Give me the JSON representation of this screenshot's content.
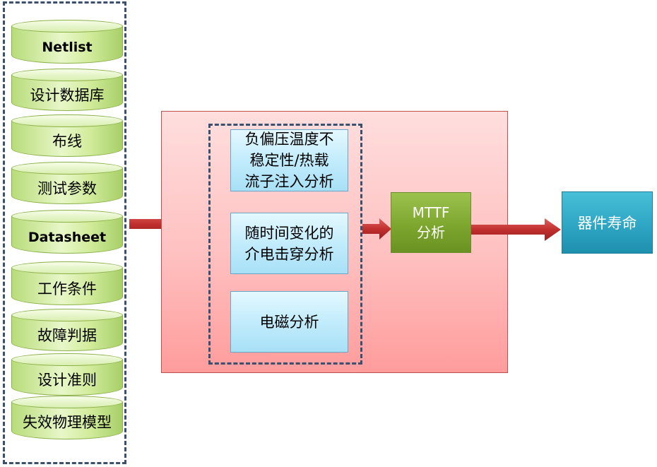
{
  "inputs": [
    {
      "label": "Netlist",
      "bold": true
    },
    {
      "label": "设计数据库",
      "bold": false
    },
    {
      "label": "布线",
      "bold": false
    },
    {
      "label": "测试参数",
      "bold": false
    },
    {
      "label": "Datasheet",
      "bold": true
    },
    {
      "label": "工作条件",
      "bold": false
    },
    {
      "label": "故障判据",
      "bold": false
    },
    {
      "label": "设计准则",
      "bold": false
    },
    {
      "label": "失效物理模型",
      "bold": false
    }
  ],
  "methods": [
    "负偏压温度不稳定性/热载流子注入分析",
    "随时间变化的介电击穿分析",
    "电磁分析"
  ],
  "mttf": "MTTF分析",
  "result": "器件寿命",
  "colors": {
    "arrow": "#c0302e",
    "input_border": "#8cb04a",
    "panel": "#ffc0c0",
    "method": "#c2ecfc",
    "mttf": "#7aa42c",
    "result": "#2ea6c4"
  }
}
